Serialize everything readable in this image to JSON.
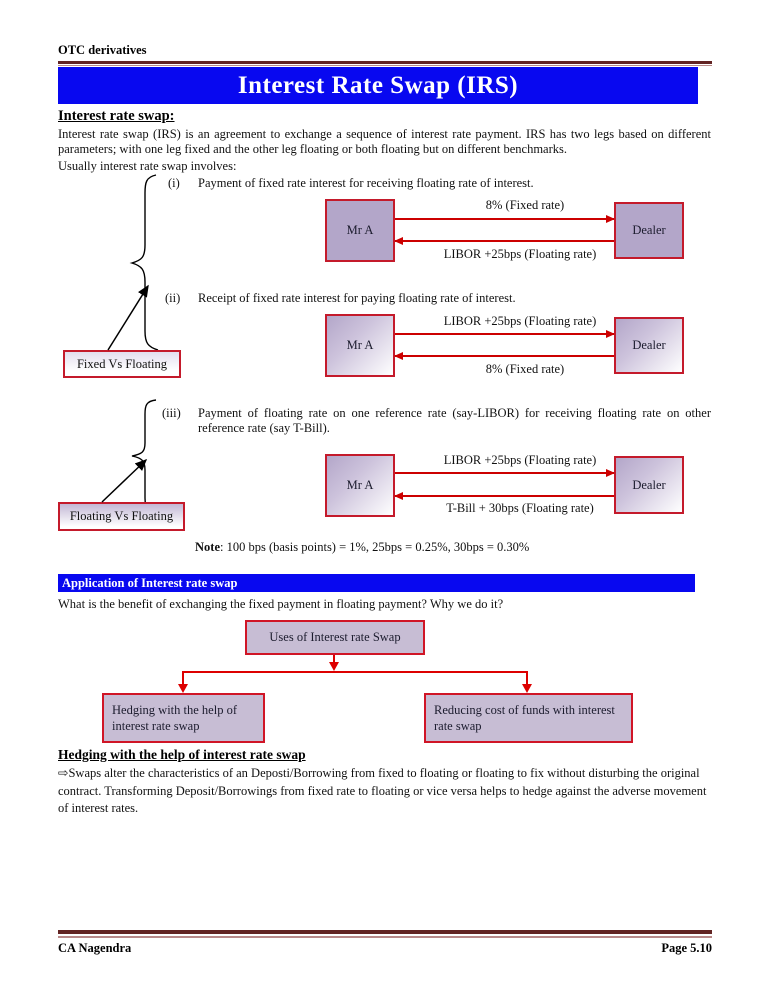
{
  "page": {
    "header_label": "OTC derivatives",
    "title": "Interest Rate Swap (IRS)",
    "footer_left": "CA Nagendra",
    "footer_right": "Page 5.10"
  },
  "intro": {
    "heading": "Interest rate swap:",
    "body": "Interest rate swap (IRS) is an agreement to exchange a sequence of interest rate payment. IRS has two legs based on different parameters; with one leg fixed and the other leg floating or both floating but on different benchmarks.",
    "lead_in": "Usually interest rate swap involves:"
  },
  "swap_cases": [
    {
      "number": "(i)",
      "description": "Payment of fixed rate interest for receiving floating rate of interest.",
      "left_party": "Mr A",
      "right_party": "Dealer",
      "top_arrow_label": "8% (Fixed rate)",
      "bottom_arrow_label": "LIBOR +25bps (Floating rate)"
    },
    {
      "number": "(ii)",
      "description": "Receipt of fixed rate interest for paying floating rate of interest.",
      "left_party": "Mr A",
      "right_party": "Dealer",
      "top_arrow_label": "LIBOR +25bps (Floating rate)",
      "bottom_arrow_label": "8% (Fixed rate)"
    },
    {
      "number": "(iii)",
      "description": "Payment of floating rate on one reference rate (say-LIBOR) for receiving floating rate on other reference rate (say T-Bill).",
      "left_party": "Mr A",
      "right_party": "Dealer",
      "top_arrow_label": "LIBOR +25bps (Floating rate)",
      "bottom_arrow_label": "T-Bill + 30bps (Floating rate)"
    }
  ],
  "labels": {
    "fixed_vs_floating": "Fixed Vs Floating",
    "floating_vs_floating": "Floating Vs Floating"
  },
  "note": {
    "prefix": "Note",
    "text": ": 100 bps (basis points) = 1%, 25bps = 0.25%, 30bps = 0.30%"
  },
  "application": {
    "bar_title": "Application of Interest rate swap",
    "question": "What is the benefit of exchanging the fixed payment in floating payment? Why we do it?",
    "flowchart": {
      "root": "Uses of Interest rate Swap",
      "children": [
        "Hedging with the help of interest rate swap",
        "Reducing cost of funds with interest rate swap"
      ]
    }
  },
  "hedging": {
    "heading": "Hedging with the help of interest rate swap",
    "body": "⇨Swaps alter the characteristics of an Deposti/Borrowing from fixed to floating or floating to fix without disturbing the original contract. Transforming Deposit/Borrowings from fixed rate to floating or vice versa helps to hedge against the adverse movement of interest rates."
  },
  "colors": {
    "banner_blue": "#0808f0",
    "rule_maroon": "#622423",
    "box_lavender": "#b3a6c9",
    "flow_lavender": "#c7bdd4",
    "accent_red": "#cc0000"
  }
}
